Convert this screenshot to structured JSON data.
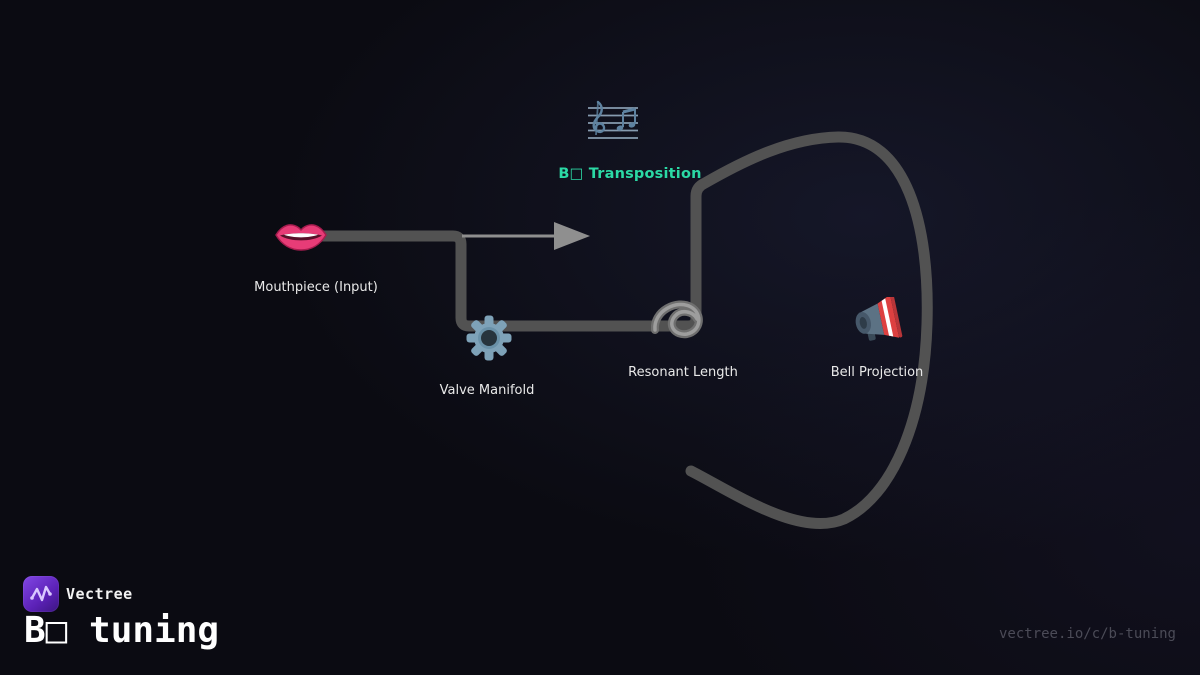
{
  "diagram": {
    "transposition_label": "B□ Transposition",
    "header_icon": "musical-score-icon",
    "nodes": [
      {
        "id": "mouthpiece",
        "icon": "lips-icon",
        "label": "Mouthpiece (Input)"
      },
      {
        "id": "valve-manifold",
        "icon": "gear-icon",
        "label": "Valve Manifold"
      },
      {
        "id": "resonant-length",
        "icon": "curly-loop-icon",
        "label": "Resonant Length"
      },
      {
        "id": "bell-projection",
        "icon": "megaphone-icon",
        "label": "Bell Projection"
      }
    ]
  },
  "footer": {
    "brand": "Vectree",
    "heading": "B□ tuning",
    "url": "vectree.io/c/b-tuning"
  },
  "colors": {
    "background": "#0b0b12",
    "pipe": "#525252",
    "arrow": "#8f8f8f",
    "accent_teal": "#2bd9a5",
    "label_text": "#e9e9e9",
    "heading_text": "#ffffff",
    "url_text": "#4b4b57",
    "logo_gradient_start": "#8247e5",
    "logo_gradient_end": "#3b1580"
  }
}
